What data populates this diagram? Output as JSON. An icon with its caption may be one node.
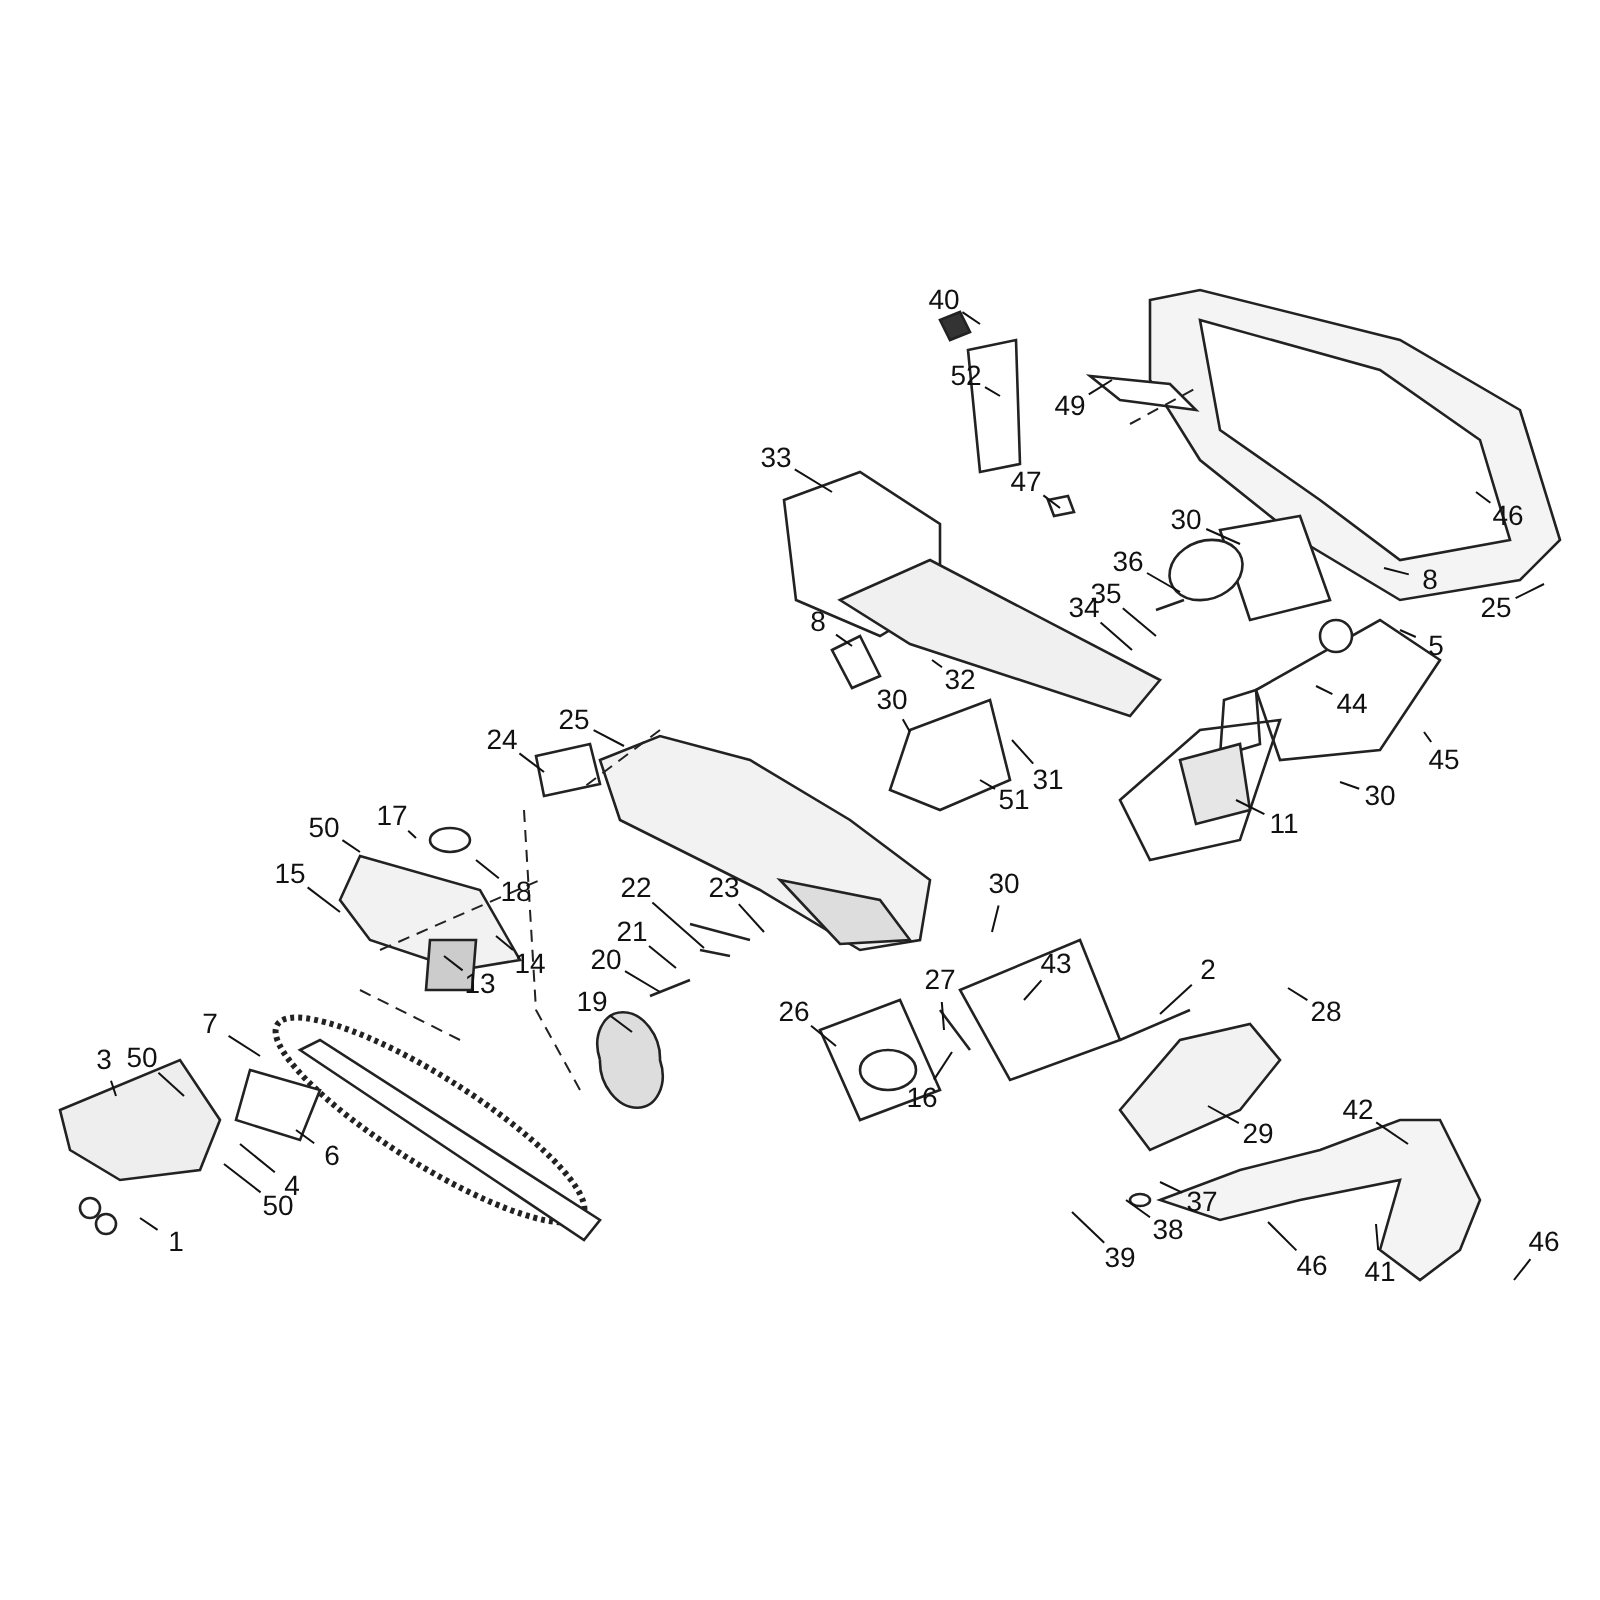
{
  "diagram": {
    "nodes": [
      {
        "text": [
          "40"
        ]
      },
      {
        "text": [
          "52"
        ]
      },
      {
        "text": [
          "49"
        ]
      },
      {
        "text": [
          "33"
        ]
      },
      {
        "text": [
          "47"
        ]
      },
      {
        "text": [
          "30"
        ]
      },
      {
        "text": [
          "46"
        ]
      },
      {
        "text": [
          "36"
        ]
      },
      {
        "text": [
          "8"
        ]
      },
      {
        "text": [
          "35"
        ]
      },
      {
        "text": [
          "25"
        ]
      },
      {
        "text": [
          "34"
        ]
      },
      {
        "text": [
          "5"
        ]
      },
      {
        "text": [
          "8"
        ]
      },
      {
        "text": [
          "30"
        ]
      },
      {
        "text": [
          "32"
        ]
      },
      {
        "text": [
          "44"
        ]
      },
      {
        "text": [
          "45"
        ]
      },
      {
        "text": [
          "30"
        ]
      },
      {
        "text": [
          "25"
        ]
      },
      {
        "text": [
          "24"
        ]
      },
      {
        "text": [
          "31"
        ]
      },
      {
        "text": [
          "50"
        ]
      },
      {
        "text": [
          "17"
        ]
      },
      {
        "text": [
          "18"
        ]
      },
      {
        "text": [
          "51"
        ]
      },
      {
        "text": [
          "11"
        ]
      },
      {
        "text": [
          "15"
        ]
      },
      {
        "text": [
          "22"
        ]
      },
      {
        "text": [
          "23"
        ]
      },
      {
        "text": [
          "21"
        ]
      },
      {
        "text": [
          "30"
        ]
      },
      {
        "text": [
          "20"
        ]
      },
      {
        "text": [
          "14"
        ]
      },
      {
        "text": [
          "27"
        ]
      },
      {
        "text": [
          "43"
        ]
      },
      {
        "text": [
          "2"
        ]
      },
      {
        "text": [
          "13"
        ]
      },
      {
        "text": [
          "19"
        ]
      },
      {
        "text": [
          "26"
        ]
      },
      {
        "text": [
          "7"
        ]
      },
      {
        "text": [
          "28"
        ]
      },
      {
        "text": [
          "50"
        ]
      },
      {
        "text": [
          "3"
        ]
      },
      {
        "text": [
          "6"
        ]
      },
      {
        "text": [
          "4"
        ]
      },
      {
        "text": [
          "16"
        ]
      },
      {
        "text": [
          "29"
        ]
      },
      {
        "text": [
          "42"
        ]
      },
      {
        "text": [
          "50"
        ]
      },
      {
        "text": [
          "37"
        ]
      },
      {
        "text": [
          "38"
        ]
      },
      {
        "text": [
          "1"
        ]
      },
      {
        "text": [
          "39"
        ]
      },
      {
        "text": [
          "46"
        ]
      },
      {
        "text": [
          "41"
        ]
      },
      {
        "text": [
          "46"
        ]
      }
    ],
    "edges": [
      {
        "from": 0,
        "to": null,
        "arrow": "none"
      },
      {
        "from": 1,
        "to": null,
        "arrow": "none"
      },
      {
        "from": 2,
        "to": null,
        "arrow": "none"
      },
      {
        "from": 3,
        "to": null,
        "arrow": "none"
      },
      {
        "from": 4,
        "to": null,
        "arrow": "none"
      },
      {
        "from": 5,
        "to": null,
        "arrow": "none"
      },
      {
        "from": 6,
        "to": null,
        "arrow": "none"
      },
      {
        "from": 7,
        "to": null,
        "arrow": "none"
      },
      {
        "from": 8,
        "to": null,
        "arrow": "none"
      },
      {
        "from": 9,
        "to": null,
        "arrow": "none"
      },
      {
        "from": 10,
        "to": null,
        "arrow": "none"
      },
      {
        "from": 11,
        "to": null,
        "arrow": "none"
      },
      {
        "from": 12,
        "to": null,
        "arrow": "none"
      },
      {
        "from": 13,
        "to": null,
        "arrow": "none"
      },
      {
        "from": 14,
        "to": null,
        "arrow": "none"
      },
      {
        "from": 15,
        "to": null,
        "arrow": "none"
      },
      {
        "from": 16,
        "to": null,
        "arrow": "none"
      },
      {
        "from": 17,
        "to": null,
        "arrow": "none"
      },
      {
        "from": 18,
        "to": null,
        "arrow": "none"
      },
      {
        "from": 19,
        "to": null,
        "arrow": "none"
      },
      {
        "from": 20,
        "to": null,
        "arrow": "none"
      },
      {
        "from": 21,
        "to": null,
        "arrow": "none"
      },
      {
        "from": 22,
        "to": null,
        "arrow": "none"
      },
      {
        "from": 23,
        "to": null,
        "arrow": "none"
      },
      {
        "from": 24,
        "to": null,
        "arrow": "none"
      },
      {
        "from": 25,
        "to": null,
        "arrow": "none"
      },
      {
        "from": 26,
        "to": null,
        "arrow": "none"
      },
      {
        "from": 27,
        "to": null,
        "arrow": "none"
      },
      {
        "from": 28,
        "to": null,
        "arrow": "none"
      },
      {
        "from": 29,
        "to": null,
        "arrow": "none"
      },
      {
        "from": 30,
        "to": null,
        "arrow": "none"
      },
      {
        "from": 31,
        "to": null,
        "arrow": "none"
      },
      {
        "from": 32,
        "to": null,
        "arrow": "none"
      },
      {
        "from": 33,
        "to": null,
        "arrow": "none"
      },
      {
        "from": 34,
        "to": null,
        "arrow": "none"
      },
      {
        "from": 35,
        "to": null,
        "arrow": "none"
      },
      {
        "from": 36,
        "to": null,
        "arrow": "none"
      },
      {
        "from": 37,
        "to": null,
        "arrow": "none"
      },
      {
        "from": 38,
        "to": null,
        "arrow": "none"
      },
      {
        "from": 39,
        "to": null,
        "arrow": "none"
      },
      {
        "from": 40,
        "to": null,
        "arrow": "none"
      },
      {
        "from": 41,
        "to": null,
        "arrow": "none"
      },
      {
        "from": 42,
        "to": null,
        "arrow": "none"
      },
      {
        "from": 43,
        "to": null,
        "arrow": "none"
      },
      {
        "from": 44,
        "to": null,
        "arrow": "none"
      },
      {
        "from": 45,
        "to": null,
        "arrow": "none"
      },
      {
        "from": 46,
        "to": null,
        "arrow": "none"
      },
      {
        "from": 47,
        "to": null,
        "arrow": "none"
      },
      {
        "from": 48,
        "to": null,
        "arrow": "none"
      },
      {
        "from": 49,
        "to": null,
        "arrow": "none"
      },
      {
        "from": 50,
        "to": null,
        "arrow": "none"
      },
      {
        "from": 51,
        "to": null,
        "arrow": "none"
      },
      {
        "from": 52,
        "to": null,
        "arrow": "none"
      },
      {
        "from": 53,
        "to": null,
        "arrow": "none"
      },
      {
        "from": 54,
        "to": null,
        "arrow": "none"
      },
      {
        "from": 55,
        "to": null,
        "arrow": "none"
      },
      {
        "from": 56,
        "to": null,
        "arrow": "none"
      }
    ]
  }
}
